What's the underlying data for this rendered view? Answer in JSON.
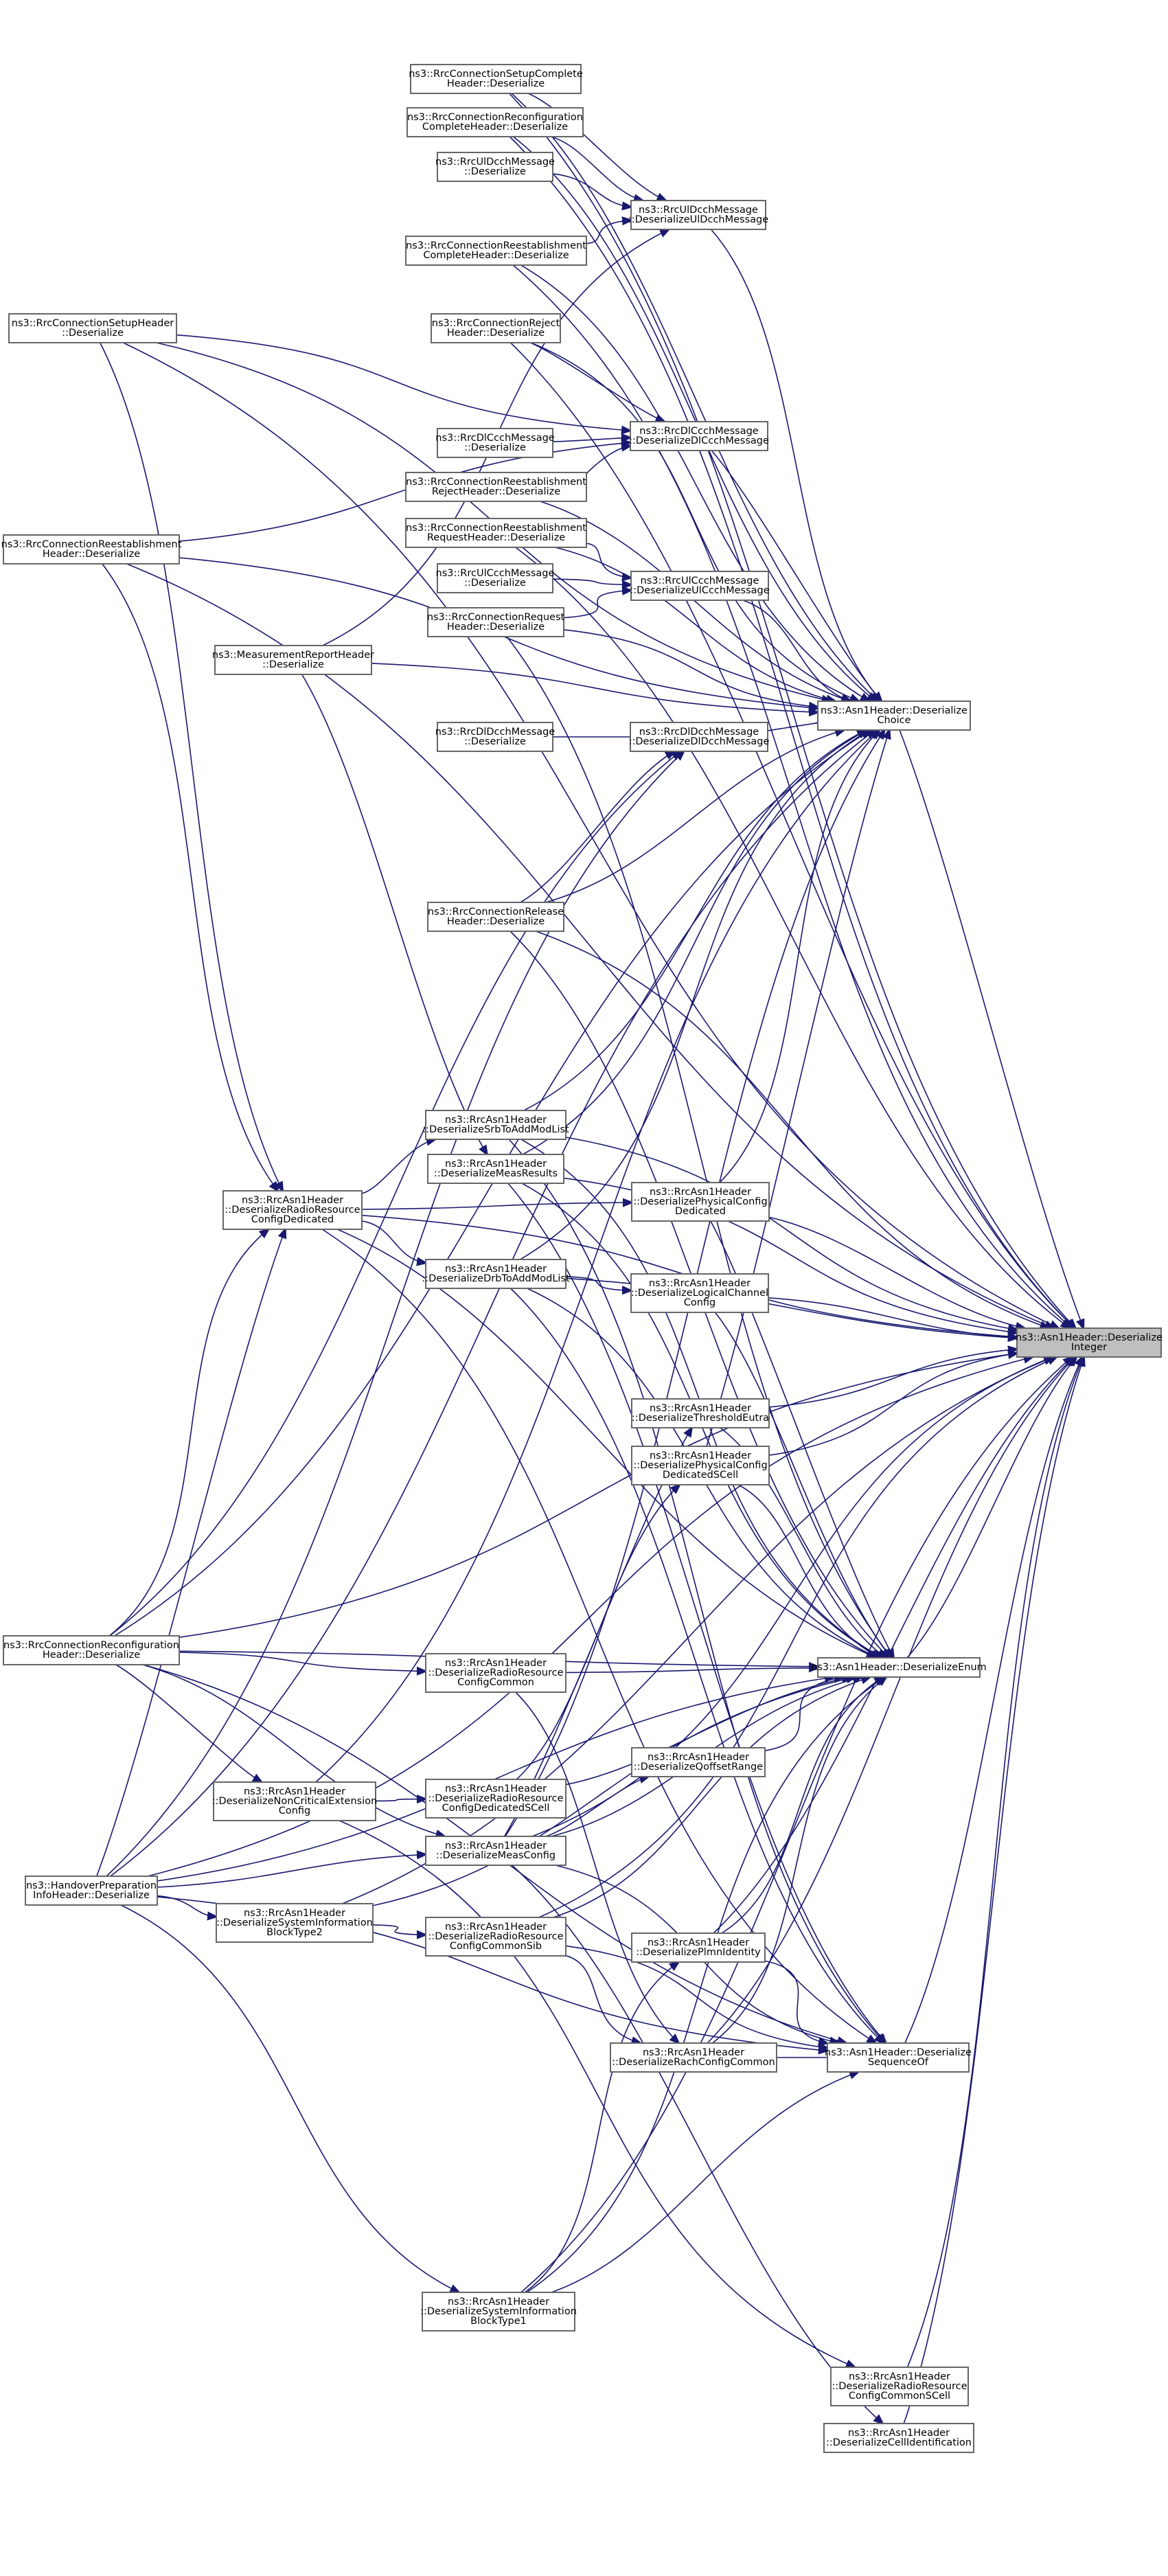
{
  "graph": {
    "root": "DeserializeInteger",
    "nodes": [
      {
        "id": "DeserializeInteger",
        "lines": [
          "ns3::Asn1Header::Deserialize",
          "Integer"
        ],
        "root": true
      },
      {
        "id": "DeserializeChoice",
        "lines": [
          "ns3::Asn1Header::Deserialize",
          "Choice"
        ]
      },
      {
        "id": "DeserializeEnum",
        "lines": [
          "ns3::Asn1Header::DeserializeEnum"
        ]
      },
      {
        "id": "DeserializeSequenceOf",
        "lines": [
          "ns3::Asn1Header::Deserialize",
          "SequenceOf"
        ]
      },
      {
        "id": "SetupComplete",
        "lines": [
          "ns3::RrcConnectionSetupComplete",
          "Header::Deserialize"
        ]
      },
      {
        "id": "ReconfigComplete",
        "lines": [
          "ns3::RrcConnectionReconfiguration",
          "CompleteHeader::Deserialize"
        ]
      },
      {
        "id": "UlDcchMsg",
        "lines": [
          "ns3::RrcUlDcchMessage",
          "::Deserialize"
        ]
      },
      {
        "id": "ReestabComplete",
        "lines": [
          "ns3::RrcConnectionReestablishment",
          "CompleteHeader::Deserialize"
        ]
      },
      {
        "id": "UlDcchDeser",
        "lines": [
          "ns3::RrcUlDcchMessage",
          "::DeserializeUlDcchMessage"
        ]
      },
      {
        "id": "SetupHeader",
        "lines": [
          "ns3::RrcConnectionSetupHeader",
          "::Deserialize"
        ]
      },
      {
        "id": "RejectHeader",
        "lines": [
          "ns3::RrcConnectionReject",
          "Header::Deserialize"
        ]
      },
      {
        "id": "DlCcchMsg",
        "lines": [
          "ns3::RrcDlCcchMessage",
          "::Deserialize"
        ]
      },
      {
        "id": "DlCcchDeser",
        "lines": [
          "ns3::RrcDlCcchMessage",
          "::DeserializeDlCcchMessage"
        ]
      },
      {
        "id": "ReestabReject",
        "lines": [
          "ns3::RrcConnectionReestablishment",
          "RejectHeader::Deserialize"
        ]
      },
      {
        "id": "ReestabRequest",
        "lines": [
          "ns3::RrcConnectionReestablishment",
          "RequestHeader::Deserialize"
        ]
      },
      {
        "id": "ReestabHeader",
        "lines": [
          "ns3::RrcConnectionReestablishment",
          "Header::Deserialize"
        ]
      },
      {
        "id": "UlCcchMsg",
        "lines": [
          "ns3::RrcUlCcchMessage",
          "::Deserialize"
        ]
      },
      {
        "id": "UlCcchDeser",
        "lines": [
          "ns3::RrcUlCcchMessage",
          "::DeserializeUlCcchMessage"
        ]
      },
      {
        "id": "RequestHeader",
        "lines": [
          "ns3::RrcConnectionRequest",
          "Header::Deserialize"
        ]
      },
      {
        "id": "MeasReport",
        "lines": [
          "ns3::MeasurementReportHeader",
          "::Deserialize"
        ]
      },
      {
        "id": "DlDcchMsg",
        "lines": [
          "ns3::RrcDlDcchMessage",
          "::Deserialize"
        ]
      },
      {
        "id": "DlDcchDeser",
        "lines": [
          "ns3::RrcDlDcchMessage",
          "::DeserializeDlDcchMessage"
        ]
      },
      {
        "id": "ReleaseHeader",
        "lines": [
          "ns3::RrcConnectionRelease",
          "Header::Deserialize"
        ]
      },
      {
        "id": "SrbToAddMod",
        "lines": [
          "ns3::RrcAsn1Header",
          "::DeserializeSrbToAddModList"
        ]
      },
      {
        "id": "MeasResults",
        "lines": [
          "ns3::RrcAsn1Header",
          "::DeserializeMeasResults"
        ]
      },
      {
        "id": "RadioResDedicated",
        "lines": [
          "ns3::RrcAsn1Header",
          "::DeserializeRadioResource",
          "ConfigDedicated"
        ]
      },
      {
        "id": "PhysCfgDedicated",
        "lines": [
          "ns3::RrcAsn1Header",
          "::DeserializePhysicalConfig",
          "Dedicated"
        ]
      },
      {
        "id": "DrbToAddMod",
        "lines": [
          "ns3::RrcAsn1Header",
          "::DeserializeDrbToAddModList"
        ]
      },
      {
        "id": "LogicalChannel",
        "lines": [
          "ns3::RrcAsn1Header",
          "::DeserializeLogicalChannel",
          "Config"
        ]
      },
      {
        "id": "ThresholdEutra",
        "lines": [
          "ns3::RrcAsn1Header",
          "::DeserializeThresholdEutra"
        ]
      },
      {
        "id": "PhysCfgDedSCell",
        "lines": [
          "ns3::RrcAsn1Header",
          "::DeserializePhysicalConfig",
          "DedicatedSCell"
        ]
      },
      {
        "id": "ReconfigHeader",
        "lines": [
          "ns3::RrcConnectionReconfiguration",
          "Header::Deserialize"
        ]
      },
      {
        "id": "RadioResCommon",
        "lines": [
          "ns3::RrcAsn1Header",
          "::DeserializeRadioResource",
          "ConfigCommon"
        ]
      },
      {
        "id": "QoffsetRange",
        "lines": [
          "ns3::RrcAsn1Header",
          "::DeserializeQoffsetRange"
        ]
      },
      {
        "id": "NonCriticalExt",
        "lines": [
          "ns3::RrcAsn1Header",
          "::DeserializeNonCriticalExtension",
          "Config"
        ]
      },
      {
        "id": "RadioResDedSCell",
        "lines": [
          "ns3::RrcAsn1Header",
          "::DeserializeRadioResource",
          "ConfigDedicatedSCell"
        ]
      },
      {
        "id": "MeasConfig",
        "lines": [
          "ns3::RrcAsn1Header",
          "::DeserializeMeasConfig"
        ]
      },
      {
        "id": "HandoverPrep",
        "lines": [
          "ns3::HandoverPreparation",
          "InfoHeader::Deserialize"
        ]
      },
      {
        "id": "SysInfoBlock2",
        "lines": [
          "ns3::RrcAsn1Header",
          "::DeserializeSystemInformation",
          "BlockType2"
        ]
      },
      {
        "id": "RadioResCommonSib",
        "lines": [
          "ns3::RrcAsn1Header",
          "::DeserializeRadioResource",
          "ConfigCommonSib"
        ]
      },
      {
        "id": "PlmnIdentity",
        "lines": [
          "ns3::RrcAsn1Header",
          "::DeserializePlmnIdentity"
        ]
      },
      {
        "id": "RachConfigCommon",
        "lines": [
          "ns3::RrcAsn1Header",
          "::DeserializeRachConfigCommon"
        ]
      },
      {
        "id": "SysInfoBlock1",
        "lines": [
          "ns3::RrcAsn1Header",
          "::DeserializeSystemInformation",
          "BlockType1"
        ]
      },
      {
        "id": "RadioResCommonSCell",
        "lines": [
          "ns3::RrcAsn1Header",
          "::DeserializeRadioResource",
          "ConfigCommonSCell"
        ]
      },
      {
        "id": "CellIdentification",
        "lines": [
          "ns3::RrcAsn1Header",
          "::DeserializeCellIdentification"
        ]
      }
    ],
    "edges": [
      [
        "DeserializeChoice",
        "DeserializeInteger"
      ],
      [
        "DeserializeEnum",
        "DeserializeInteger"
      ],
      [
        "DeserializeSequenceOf",
        "DeserializeInteger"
      ],
      [
        "SetupComplete",
        "DeserializeInteger"
      ],
      [
        "ReconfigComplete",
        "DeserializeInteger"
      ],
      [
        "ReestabComplete",
        "DeserializeInteger"
      ],
      [
        "SetupHeader",
        "DeserializeInteger"
      ],
      [
        "RejectHeader",
        "DeserializeInteger"
      ],
      [
        "ReestabRequest",
        "DeserializeInteger"
      ],
      [
        "ReestabHeader",
        "DeserializeInteger"
      ],
      [
        "ReleaseHeader",
        "DeserializeInteger"
      ],
      [
        "SrbToAddMod",
        "DeserializeInteger"
      ],
      [
        "MeasResults",
        "DeserializeInteger"
      ],
      [
        "RadioResDedicated",
        "DeserializeInteger"
      ],
      [
        "PhysCfgDedicated",
        "DeserializeInteger"
      ],
      [
        "DrbToAddMod",
        "DeserializeInteger"
      ],
      [
        "LogicalChannel",
        "DeserializeInteger"
      ],
      [
        "ThresholdEutra",
        "DeserializeInteger"
      ],
      [
        "PhysCfgDedSCell",
        "DeserializeInteger"
      ],
      [
        "ReconfigHeader",
        "DeserializeInteger"
      ],
      [
        "HandoverPrep",
        "DeserializeInteger"
      ],
      [
        "PlmnIdentity",
        "DeserializeInteger"
      ],
      [
        "RachConfigCommon",
        "DeserializeInteger"
      ],
      [
        "SysInfoBlock1",
        "DeserializeInteger"
      ],
      [
        "CellIdentification",
        "DeserializeInteger"
      ],
      [
        "RadioResCommonSCell",
        "DeserializeInteger"
      ],
      [
        "MeasConfig",
        "DeserializeInteger"
      ],
      [
        "RadioResCommonSib",
        "DeserializeInteger"
      ],
      [
        "SysInfoBlock2",
        "DeserializeInteger"
      ],
      [
        "SetupComplete",
        "DeserializeChoice"
      ],
      [
        "ReconfigComplete",
        "DeserializeChoice"
      ],
      [
        "ReestabComplete",
        "DeserializeChoice"
      ],
      [
        "UlDcchDeser",
        "DeserializeChoice"
      ],
      [
        "SetupHeader",
        "DeserializeChoice"
      ],
      [
        "RejectHeader",
        "DeserializeChoice"
      ],
      [
        "DlCcchDeser",
        "DeserializeChoice"
      ],
      [
        "ReestabReject",
        "DeserializeChoice"
      ],
      [
        "ReestabRequest",
        "DeserializeChoice"
      ],
      [
        "UlCcchDeser",
        "DeserializeChoice"
      ],
      [
        "RequestHeader",
        "DeserializeChoice"
      ],
      [
        "MeasReport",
        "DeserializeChoice"
      ],
      [
        "ReestabHeader",
        "DeserializeChoice"
      ],
      [
        "DlDcchDeser",
        "DeserializeChoice"
      ],
      [
        "ReleaseHeader",
        "DeserializeChoice"
      ],
      [
        "HandoverPrep",
        "DeserializeChoice"
      ],
      [
        "SrbToAddMod",
        "DeserializeChoice"
      ],
      [
        "MeasResults",
        "DeserializeChoice"
      ],
      [
        "PhysCfgDedicated",
        "DeserializeChoice"
      ],
      [
        "DrbToAddMod",
        "DeserializeChoice"
      ],
      [
        "PhysCfgDedSCell",
        "DeserializeChoice"
      ],
      [
        "ReconfigHeader",
        "DeserializeChoice"
      ],
      [
        "MeasConfig",
        "DeserializeChoice"
      ],
      [
        "NonCriticalExt",
        "DeserializeChoice"
      ],
      [
        "ReconfigHeader",
        "DeserializeEnum"
      ],
      [
        "RadioResCommon",
        "DeserializeEnum"
      ],
      [
        "QoffsetRange",
        "DeserializeEnum"
      ],
      [
        "RadioResDedSCell",
        "DeserializeEnum"
      ],
      [
        "MeasConfig",
        "DeserializeEnum"
      ],
      [
        "SysInfoBlock2",
        "DeserializeEnum"
      ],
      [
        "RadioResCommonSib",
        "DeserializeEnum"
      ],
      [
        "PlmnIdentity",
        "DeserializeEnum"
      ],
      [
        "RachConfigCommon",
        "DeserializeEnum"
      ],
      [
        "SysInfoBlock1",
        "DeserializeEnum"
      ],
      [
        "PhysCfgDedicated",
        "DeserializeEnum"
      ],
      [
        "LogicalChannel",
        "DeserializeEnum"
      ],
      [
        "ThresholdEutra",
        "DeserializeEnum"
      ],
      [
        "PhysCfgDedSCell",
        "DeserializeEnum"
      ],
      [
        "DrbToAddMod",
        "DeserializeEnum"
      ],
      [
        "MeasResults",
        "DeserializeEnum"
      ],
      [
        "SrbToAddMod",
        "DeserializeEnum"
      ],
      [
        "RadioResDedicated",
        "DeserializeEnum"
      ],
      [
        "HandoverPrep",
        "DeserializeEnum"
      ],
      [
        "ReleaseHeader",
        "DeserializeEnum"
      ],
      [
        "RequestHeader",
        "DeserializeEnum"
      ],
      [
        "MeasConfig",
        "DeserializeSequenceOf"
      ],
      [
        "RadioResCommonSib",
        "DeserializeSequenceOf"
      ],
      [
        "PlmnIdentity",
        "DeserializeSequenceOf"
      ],
      [
        "RachConfigCommon",
        "DeserializeSequenceOf"
      ],
      [
        "SysInfoBlock1",
        "DeserializeSequenceOf"
      ],
      [
        "MeasResults",
        "DeserializeSequenceOf"
      ],
      [
        "DrbToAddMod",
        "DeserializeSequenceOf"
      ],
      [
        "SrbToAddMod",
        "DeserializeSequenceOf"
      ],
      [
        "RadioResDedicated",
        "DeserializeSequenceOf"
      ],
      [
        "HandoverPrep",
        "DeserializeSequenceOf"
      ],
      [
        "ReconfigHeader",
        "DeserializeSequenceOf"
      ],
      [
        "SetupComplete",
        "UlDcchDeser"
      ],
      [
        "ReconfigComplete",
        "UlDcchDeser"
      ],
      [
        "UlDcchMsg",
        "UlDcchDeser"
      ],
      [
        "ReestabComplete",
        "UlDcchDeser"
      ],
      [
        "MeasReport",
        "UlDcchDeser"
      ],
      [
        "SetupHeader",
        "DlCcchDeser"
      ],
      [
        "RejectHeader",
        "DlCcchDeser"
      ],
      [
        "DlCcchMsg",
        "DlCcchDeser"
      ],
      [
        "ReestabReject",
        "DlCcchDeser"
      ],
      [
        "ReestabHeader",
        "DlCcchDeser"
      ],
      [
        "ReestabRequest",
        "UlCcchDeser"
      ],
      [
        "UlCcchMsg",
        "UlCcchDeser"
      ],
      [
        "RequestHeader",
        "UlCcchDeser"
      ],
      [
        "DlDcchMsg",
        "DlDcchDeser"
      ],
      [
        "ReleaseHeader",
        "DlDcchDeser"
      ],
      [
        "ReconfigHeader",
        "DlDcchDeser"
      ],
      [
        "HandoverPrep",
        "DlDcchDeser"
      ],
      [
        "SetupHeader",
        "RadioResDedicated"
      ],
      [
        "ReestabHeader",
        "RadioResDedicated"
      ],
      [
        "ReconfigHeader",
        "RadioResDedicated"
      ],
      [
        "HandoverPrep",
        "RadioResDedicated"
      ],
      [
        "MeasReport",
        "MeasResults"
      ],
      [
        "RadioResDedicated",
        "SrbToAddMod"
      ],
      [
        "RadioResDedicated",
        "DrbToAddMod"
      ],
      [
        "RadioResDedicated",
        "PhysCfgDedicated"
      ],
      [
        "DrbToAddMod",
        "LogicalChannel"
      ],
      [
        "ReconfigHeader",
        "RadioResCommon"
      ],
      [
        "ReconfigHeader",
        "NonCriticalExt"
      ],
      [
        "ReconfigHeader",
        "MeasConfig"
      ],
      [
        "HandoverPrep",
        "MeasConfig"
      ],
      [
        "HandoverPrep",
        "SysInfoBlock2"
      ],
      [
        "HandoverPrep",
        "SysInfoBlock1"
      ],
      [
        "NonCriticalExt",
        "RadioResDedSCell"
      ],
      [
        "SysInfoBlock2",
        "RadioResCommonSib"
      ],
      [
        "MeasConfig",
        "ThresholdEutra"
      ],
      [
        "MeasConfig",
        "QoffsetRange"
      ],
      [
        "RadioResDedSCell",
        "PhysCfgDedSCell"
      ],
      [
        "RadioResCommon",
        "RachConfigCommon"
      ],
      [
        "RadioResCommonSib",
        "RachConfigCommon"
      ],
      [
        "SysInfoBlock1",
        "PlmnIdentity"
      ],
      [
        "NonCriticalExt",
        "RadioResCommonSCell"
      ],
      [
        "MeasConfig",
        "CellIdentification"
      ]
    ]
  }
}
